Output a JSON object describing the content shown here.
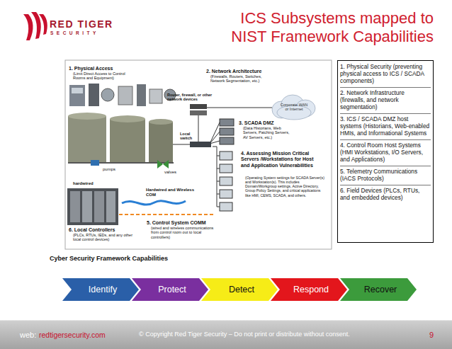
{
  "diagram": {
    "title": "ICS Subsystems mapped to NIST Framework Capabilities",
    "nodes": [
      {
        "text": [
          "1. Physical Security (preventing physical access to ICS / SCADA components)",
          "2. Network Infrastructure (firewalls, and network segmentation)",
          "3. ICS / SCADA DMZ host systems (Historians, Web-enabled HMIs, and Informational Systems",
          "4. Control Room Host Systems (HMI Workstations, I/O Servers, and Applications)",
          "5. Telemetry Communications (IACS Protocols)",
          "6. Field Devices (PLCs, RTUs, and embedded devices)"
        ]
      },
      {
        "text": [
          "Corporate WAN or Internet"
        ]
      },
      {
        "text": [
          "Identify"
        ]
      },
      {
        "text": [
          "Protect"
        ]
      },
      {
        "text": [
          "Detect"
        ]
      },
      {
        "text": [
          "Respond"
        ]
      },
      {
        "text": [
          "Recover"
        ]
      },
      {
        "text": [
          "web:",
          "redtigersecurity.com",
          "© Copyright Red Tiger Security – Do not print or distribute without consent.",
          "9"
        ]
      }
    ],
    "labels": [
      "RED TIGER",
      "SECURITY",
      "1. Physical Access",
      "(Limit Direct Access to Control Rooms and Equipment)",
      "2. Network Architecture",
      "(Firewalls, Routers, Switches, Network Segmentation, etc.)",
      "Router, firewall, or other network devices",
      "3. SCADA DMZ",
      "(Data Historians, Web Servers, Patching Servers, AV Servers, etc.)",
      "Local switch",
      "4. Assessing Mission Critical Servers /Workstations for Host and Application Vulnerabilities",
      "(Operating System settings for SCADA Server(s) and Workstation(s). This includes Domain/Workgroup settings, Active Directory, Group Policy Settings, and critical applications like HMI, CEMS, SCADA, and others.",
      "pumps",
      "valves",
      "hardwired",
      "Hardwired and Wireless COM",
      "6. Local Controllers",
      "(PLCs, RTUs, IEDs, and any other local control devices)",
      "5. Control System COMM",
      "(wired and wireless communications from control room out to local controllers)",
      "Cyber Security Framework Capabilities"
    ]
  }
}
